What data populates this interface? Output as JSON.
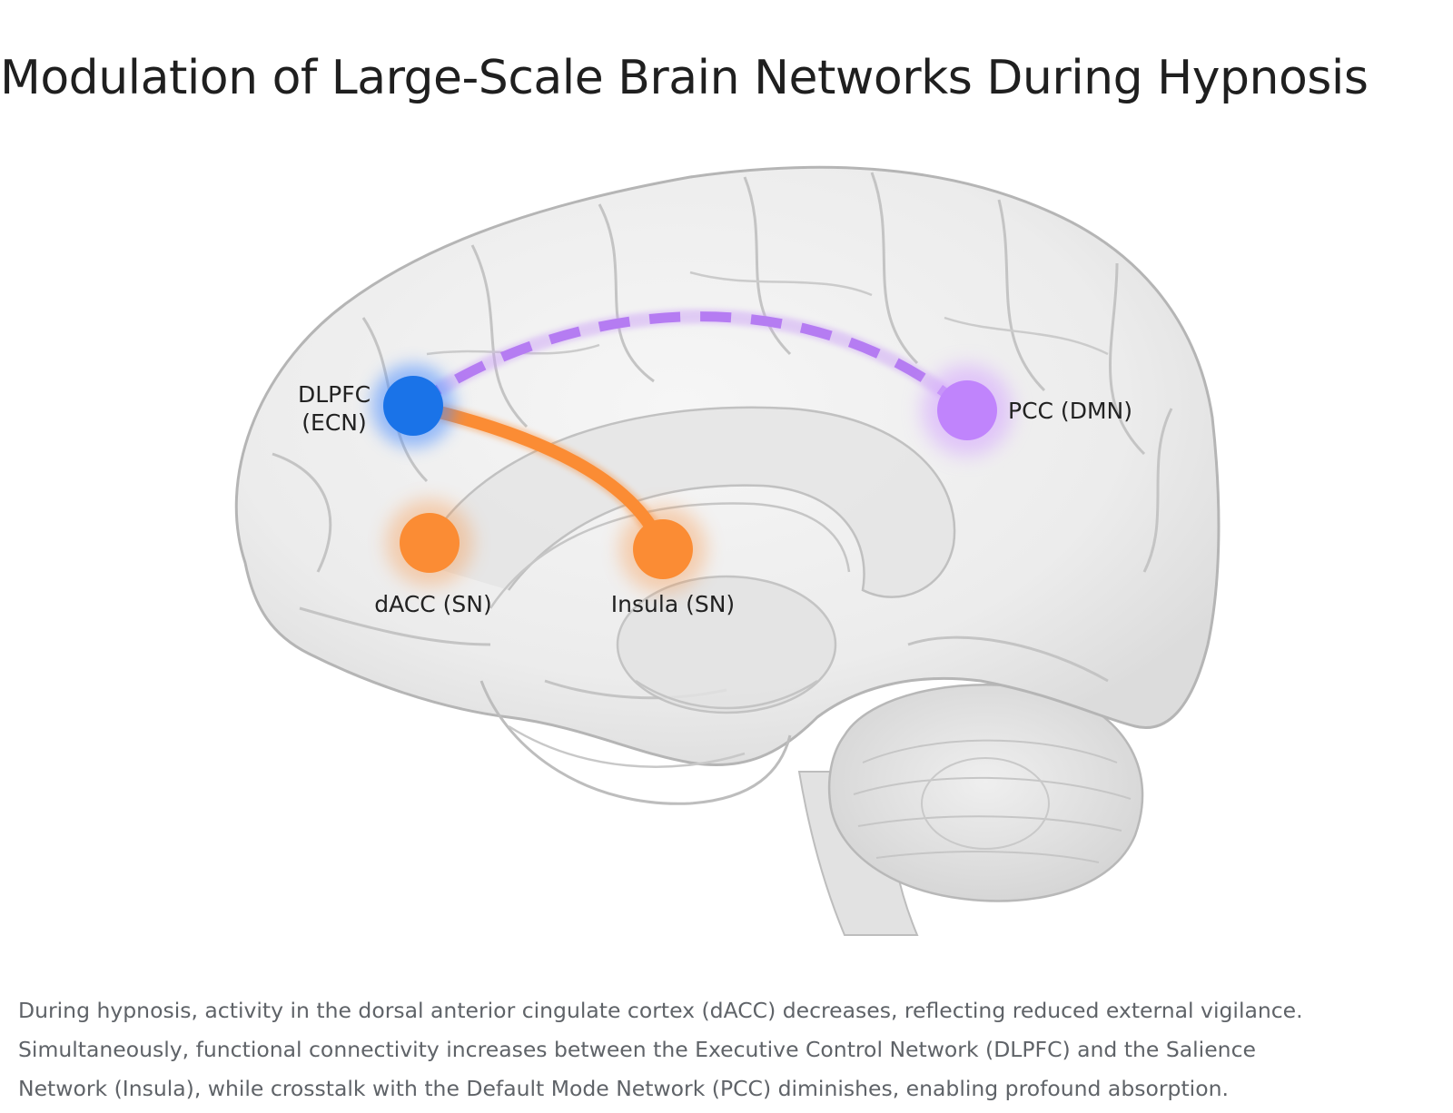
{
  "title": "Modulation of Large-Scale Brain Networks During Hypnosis",
  "nodes": {
    "dlpfc": {
      "line1": "DLPFC",
      "line2": "(ECN)",
      "color": "#1a73e8"
    },
    "pcc": {
      "label": "PCC (DMN)",
      "color": "#c084fc"
    },
    "dacc": {
      "label": "dACC (SN)",
      "color": "#fb8c34"
    },
    "insula": {
      "label": "Insula (SN)",
      "color": "#fb8c34"
    }
  },
  "connections": [
    {
      "from": "DLPFC",
      "to": "PCC",
      "style": "dashed",
      "color": "#b57cf2"
    },
    {
      "from": "DLPFC",
      "to": "Insula",
      "style": "solid",
      "color": "#fb8c34"
    }
  ],
  "caption": {
    "line1": "During hypnosis, activity in the dorsal anterior cingulate cortex (dACC) decreases, reflecting reduced external vigilance.",
    "line2": "Simultaneously, functional connectivity increases between the Executive Control Network (DLPFC) and the Salience",
    "line3": "Network (Insula), while crosstalk with the Default Mode Network (PCC) diminishes, enabling profound absorption."
  }
}
